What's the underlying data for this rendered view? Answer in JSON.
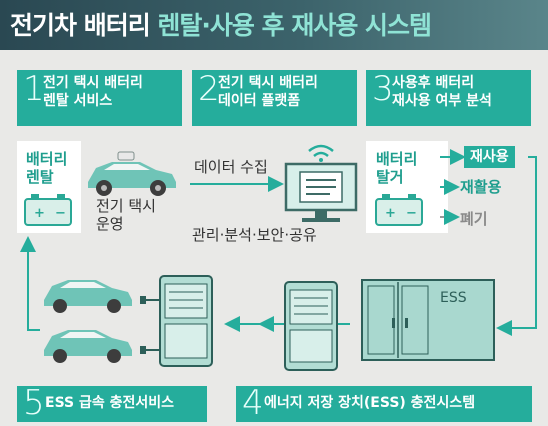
{
  "title": {
    "part1": "전기차 배터리 ",
    "part2": "렌탈·사용 후 재사용 시스템"
  },
  "steps": [
    {
      "num": "1",
      "line1": "전기 택시 배터리",
      "line2": "렌탈 서비스"
    },
    {
      "num": "2",
      "line1": "전기 택시 배터리",
      "line2": "데이터 플랫폼"
    },
    {
      "num": "3",
      "line1": "사용후 배터리",
      "line2": "재사용 여부 분석"
    },
    {
      "num": "4",
      "line1": "에너지 저장 장치(ESS) 충전시스템"
    },
    {
      "num": "5",
      "line1": "ESS 급속 충전서비스"
    }
  ],
  "battery_rental": {
    "line1": "배터리",
    "line2": "렌탈"
  },
  "taxi_operation": {
    "line1": "전기 택시",
    "line2": "운영"
  },
  "data_collection": "데이터 수집",
  "platform_functions": "관리·분석·보안·공유",
  "battery_removal": {
    "line1": "배터리",
    "line2": "탈거"
  },
  "outcomes": {
    "reuse": "재사용",
    "recycle": "재활용",
    "dispose": "폐기"
  },
  "ess_label": "ESS",
  "colors": {
    "teal": "#25ad9c",
    "dark_header": "#2a4852",
    "accent_title": "#8fe3d5"
  }
}
